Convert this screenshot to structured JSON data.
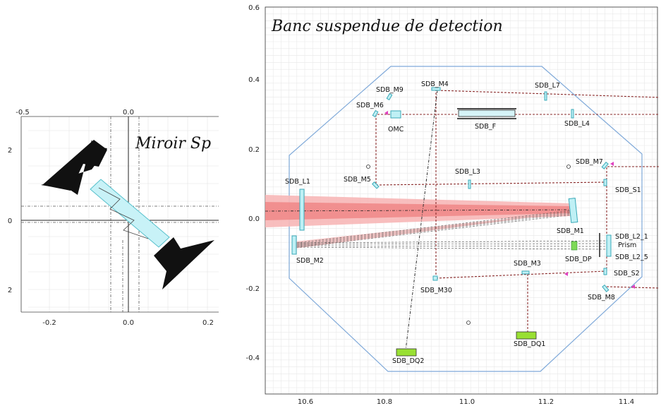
{
  "left_panel": {
    "title": "Miroir Sp",
    "top_ticks": [
      "-0.5",
      "0.0"
    ],
    "bottom_ticks": [
      "-0.2",
      "0.0",
      "0.2"
    ],
    "left_ticks": [
      "2",
      "0",
      "2"
    ]
  },
  "right_panel": {
    "title": "Banc suspendue de detection",
    "y_ticks": [
      "0.6",
      "0.4",
      "0.2",
      "0.0",
      "-0.2",
      "-0.4"
    ],
    "x_ticks": [
      "10.6",
      "10.8",
      "11.0",
      "11.2",
      "11.4"
    ],
    "labels": {
      "m9": "SDB_M9",
      "m4": "SDB_M4",
      "l7": "SDB_L7",
      "m6": "SDB_M6",
      "omc": "OMC",
      "f": "SDB_F",
      "l4": "SDB_L4",
      "m7": "SDB_M7",
      "l1": "SDB_L1",
      "m5": "SDB_M5",
      "l3": "SDB_L3",
      "s1": "SDB_S1",
      "m1": "SDB_M1",
      "l2_1": "SDB_L2_1",
      "prism": "Prism",
      "dp": "SDB_DP",
      "l2_5": "SDB_L2_5",
      "m2": "SDB_M2",
      "m3": "SDB_M3",
      "s2": "SDB_S2",
      "m30": "SDB_M30",
      "m8": "SDB_M8",
      "dq1": "SDB_DQ1",
      "dq2": "SDB_DQ2"
    }
  },
  "colors": {
    "bench_outline": "#7fa9d9",
    "beam_main": "#f08080",
    "detector": "#99e033",
    "component": "#bff0f5"
  }
}
